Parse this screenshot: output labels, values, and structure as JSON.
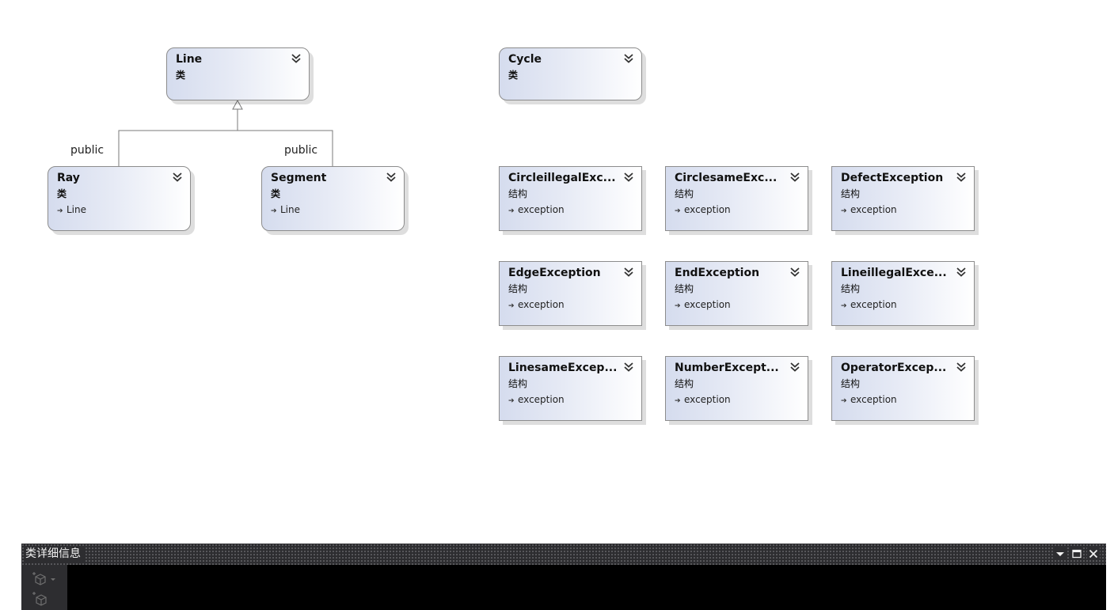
{
  "diagram": {
    "shapes": [
      {
        "id": "line",
        "name": "Line",
        "kind": "类",
        "kind_style": "class",
        "base": null
      },
      {
        "id": "cycle",
        "name": "Cycle",
        "kind": "类",
        "kind_style": "class",
        "base": null
      },
      {
        "id": "ray",
        "name": "Ray",
        "kind": "类",
        "kind_style": "class",
        "base": "Line"
      },
      {
        "id": "segment",
        "name": "Segment",
        "kind": "类",
        "kind_style": "class",
        "base": "Line"
      },
      {
        "id": "circleillegal",
        "name": "CircleillegalExc...",
        "kind": "结构",
        "kind_style": "struct",
        "base": "exception"
      },
      {
        "id": "circlesame",
        "name": "CirclesameExc...",
        "kind": "结构",
        "kind_style": "struct",
        "base": "exception"
      },
      {
        "id": "defect",
        "name": "DefectException",
        "kind": "结构",
        "kind_style": "struct",
        "base": "exception"
      },
      {
        "id": "edge",
        "name": "EdgeException",
        "kind": "结构",
        "kind_style": "struct",
        "base": "exception"
      },
      {
        "id": "end",
        "name": "EndException",
        "kind": "结构",
        "kind_style": "struct",
        "base": "exception"
      },
      {
        "id": "lineillegal",
        "name": "LineillegalExce...",
        "kind": "结构",
        "kind_style": "struct",
        "base": "exception"
      },
      {
        "id": "linesame",
        "name": "LinesameExcep...",
        "kind": "结构",
        "kind_style": "struct",
        "base": "exception"
      },
      {
        "id": "number",
        "name": "NumberExcept...",
        "kind": "结构",
        "kind_style": "struct",
        "base": "exception"
      },
      {
        "id": "operator",
        "name": "OperatorExcep...",
        "kind": "结构",
        "kind_style": "struct",
        "base": "exception"
      }
    ],
    "inheritance_labels": {
      "ray": "public",
      "segment": "public"
    },
    "icons": {
      "collapse": "double-chevron-down-icon",
      "inheritance": "inheritance-arrow-icon"
    },
    "colors": {
      "shape_gradient_start": "#d5dcee",
      "shape_gradient_end": "#ffffff",
      "shape_border": "#8c8c8c",
      "panel_background": "#2d2d30",
      "panel_body": "#000000"
    }
  },
  "details_panel": {
    "title": "类详细信息",
    "icons": {
      "dropdown": "dropdown-arrow-icon",
      "maximize": "maximize-icon",
      "close": "close-icon",
      "add_member": "add-member-icon",
      "add_member_alt": "add-member-alt-icon"
    }
  }
}
